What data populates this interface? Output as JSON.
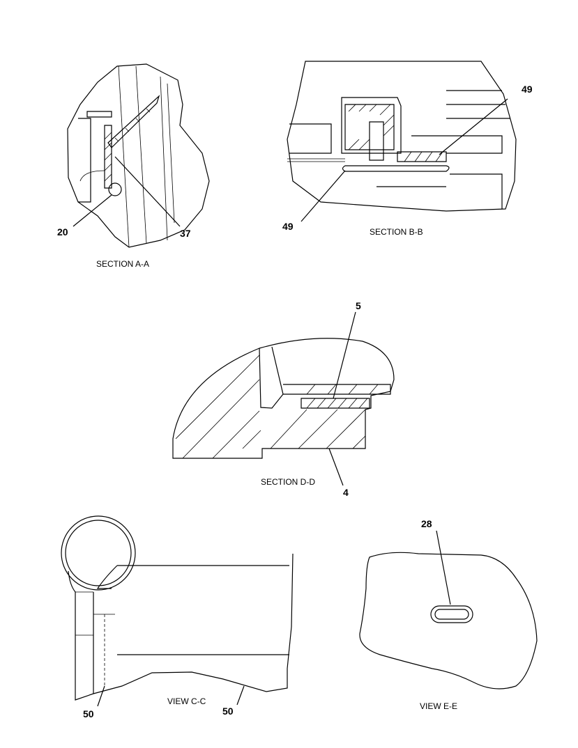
{
  "views": {
    "section_aa": {
      "caption": "SECTION A-A",
      "callouts": [
        "20",
        "37"
      ]
    },
    "section_bb": {
      "caption": "SECTION B-B",
      "callouts": [
        "49",
        "49"
      ]
    },
    "section_dd": {
      "caption": "SECTION D-D",
      "callouts": [
        "5",
        "4"
      ]
    },
    "view_cc": {
      "caption": "VIEW C-C",
      "callouts": [
        "50",
        "50"
      ]
    },
    "view_ee": {
      "caption": "VIEW E-E",
      "callouts": [
        "28"
      ]
    }
  },
  "colors": {
    "ink": "#000000",
    "paper": "#ffffff"
  }
}
